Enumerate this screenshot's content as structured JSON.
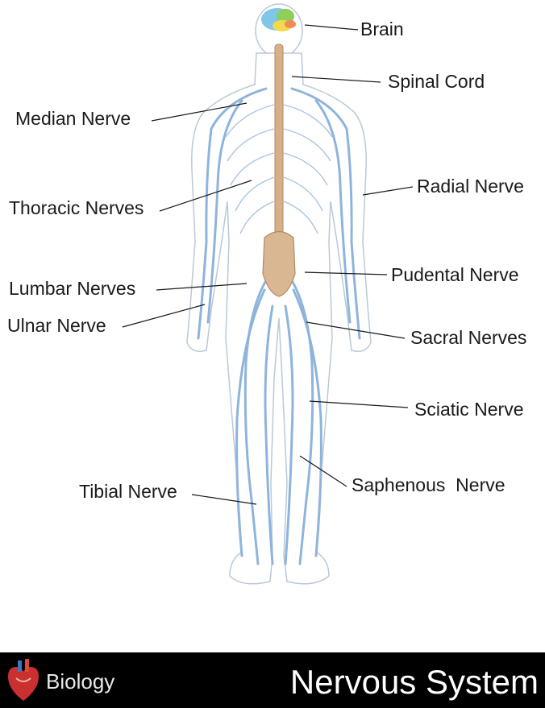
{
  "labels": {
    "brain": "Brain",
    "spinal_cord": "Spinal Cord",
    "median_nerve": "Median Nerve",
    "radial_nerve": "Radial Nerve",
    "thoracic_nerves": "Thoracic Nerves",
    "pudental_nerve": "Pudental Nerve",
    "lumbar_nerves": "Lumbar Nerves",
    "ulnar_nerve": "Ulnar Nerve",
    "sacral_nerves": "Sacral Nerves",
    "sciatic_nerve": "Sciatic Nerve",
    "saphenous_nerve": "Saphenous  Nerve",
    "tibial_nerve": "Tibial Nerve"
  },
  "footer": {
    "subject": "Biology",
    "title": "Nervous System"
  },
  "colors": {
    "nerve": "#8fb4dc",
    "outline": "#b9c9d8",
    "spine": "#caa27a",
    "footer_bg": "#000000"
  }
}
